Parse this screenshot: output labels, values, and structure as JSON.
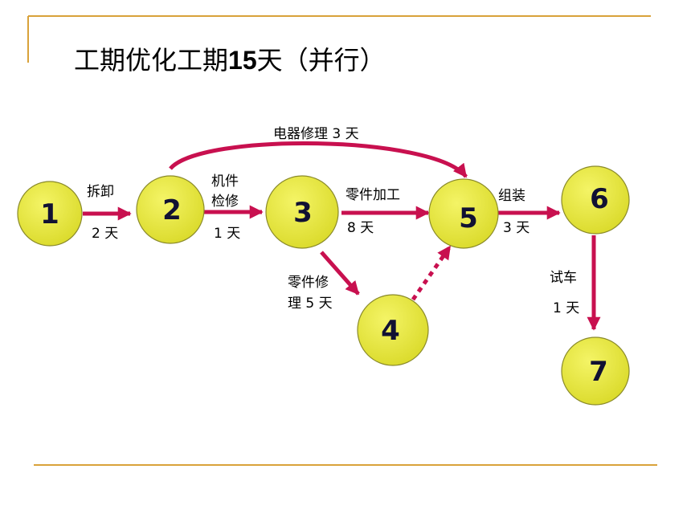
{
  "title": {
    "prefix": "工期优化工期",
    "number": "15",
    "suffix": "天（并行）"
  },
  "colors": {
    "arrow": "#c8104f",
    "node_fill": "#e5e533",
    "node_stroke": "#8a8a2a",
    "rule": "#d9a23a"
  },
  "nodes": [
    {
      "id": "1",
      "label": "1"
    },
    {
      "id": "2",
      "label": "2"
    },
    {
      "id": "3",
      "label": "3"
    },
    {
      "id": "4",
      "label": "4"
    },
    {
      "id": "5",
      "label": "5"
    },
    {
      "id": "6",
      "label": "6"
    },
    {
      "id": "7",
      "label": "7"
    }
  ],
  "edges": [
    {
      "from": "1",
      "to": "2",
      "style": "solid",
      "name": "拆卸",
      "duration": "2 天"
    },
    {
      "from": "2",
      "to": "3",
      "style": "solid",
      "name_line1": "机件",
      "name_line2": "检修",
      "duration": "1 天"
    },
    {
      "from": "2",
      "to": "5",
      "style": "solid",
      "name": "电器修理 3 天"
    },
    {
      "from": "3",
      "to": "5",
      "style": "solid",
      "name": "零件加工",
      "duration": "8 天"
    },
    {
      "from": "3",
      "to": "4",
      "style": "solid",
      "name_line1": "零件修",
      "name_line2": "理 5 天"
    },
    {
      "from": "4",
      "to": "5",
      "style": "dashed"
    },
    {
      "from": "5",
      "to": "6",
      "style": "solid",
      "name": "组装",
      "duration": "3 天"
    },
    {
      "from": "6",
      "to": "7",
      "style": "solid",
      "name": "试车",
      "duration": "1 天"
    }
  ]
}
